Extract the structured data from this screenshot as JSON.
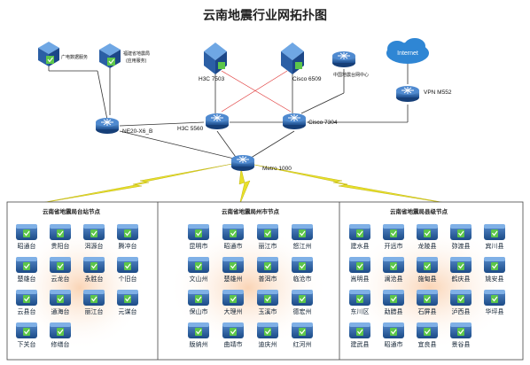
{
  "title": "云南地震行业网拓扑图",
  "core": {
    "guangxin": "广电数据服务",
    "jidi": "福建省地震局",
    "jidi_sub": "(应用服务)",
    "h3c7503": "H3C 7503",
    "cisco6509": "Cisco 6509",
    "zgdzt": "中国地震台网中心",
    "internet": "Internet",
    "vpn": "VPN M552",
    "ne20": "NE20-X6_B",
    "h3c5560": "H3C 5560",
    "cisco7304": "Cisco 7304",
    "metro": "Metro 1000"
  },
  "panels": [
    {
      "title": "云南省地震局台站节点",
      "nodes": [
        "昭通台",
        "贵阳台",
        "洱源台",
        "腾冲台",
        "楚雄台",
        "云龙台",
        "永胜台",
        "个旧台",
        "云县台",
        "通海台",
        "丽江台",
        "元谋台",
        "下关台",
        "修缮台"
      ]
    },
    {
      "title": "云南省地震局州市节点",
      "nodes": [
        "昆明市",
        "昭通市",
        "丽江市",
        "怒江州",
        "文山州",
        "楚雄州",
        "普洱市",
        "临沧市",
        "保山市",
        "大理州",
        "玉溪市",
        "德宏州",
        "版纳州",
        "曲靖市",
        "迪庆州",
        "红河州"
      ]
    },
    {
      "title": "云南省地震局县级节点",
      "nodes": [
        "建水县",
        "开远市",
        "龙陵县",
        "弥渡县",
        "宾川县",
        "嵩明县",
        "澜沧县",
        "施甸县",
        "鹤庆县",
        "姚安县",
        "东川区",
        "勐腊县",
        "石屏县",
        "泸西县",
        "华坪县",
        "建武县",
        "昭通市",
        "宜良县",
        "景谷县"
      ]
    }
  ],
  "colors": {
    "router_body": "#2f6fb8",
    "switch_green": "#4caf3a",
    "cloud": "#2f86d4",
    "link_red": "#e03c3c",
    "lightning": "#e8e02a",
    "panel_glow": "#f7c89a"
  }
}
